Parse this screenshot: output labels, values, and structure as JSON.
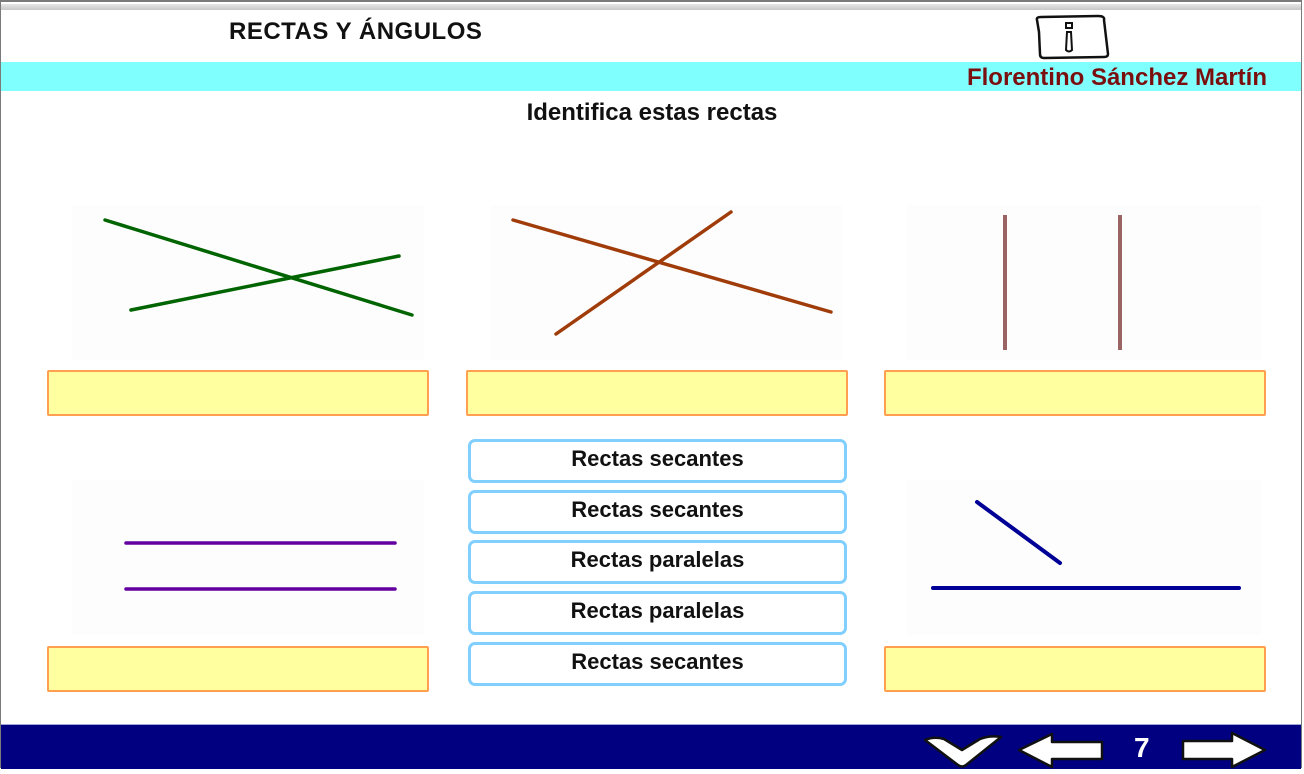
{
  "header": {
    "title": "RECTAS Y ÁNGULOS",
    "author": "Florentino Sánchez Martín",
    "info_icon": "info-icon"
  },
  "main": {
    "instruction": "Identifica estas rectas",
    "figures": [
      {
        "id": "fig-1",
        "description": "two intersecting lines",
        "color": "#006400"
      },
      {
        "id": "fig-2",
        "description": "two intersecting lines",
        "color": "#a03c0a"
      },
      {
        "id": "fig-3",
        "description": "two vertical parallel lines",
        "color": "#9a6464"
      },
      {
        "id": "fig-4",
        "description": "two horizontal parallel lines",
        "color": "#6400a0"
      },
      {
        "id": "fig-5",
        "description": "horizontal line and oblique segment",
        "color": "#000096"
      }
    ],
    "answer_boxes": [
      "",
      "",
      "",
      "",
      ""
    ],
    "options": [
      {
        "label": "Rectas secantes"
      },
      {
        "label": "Rectas secantes"
      },
      {
        "label": "Rectas paralelas"
      },
      {
        "label": "Rectas paralelas"
      },
      {
        "label": "Rectas secantes"
      }
    ]
  },
  "footer": {
    "check_icon": "check-icon",
    "prev_icon": "arrow-left-icon",
    "page_number": "7",
    "next_icon": "arrow-right-icon"
  },
  "colors": {
    "cyan_bar": "#80ffff",
    "author_text": "#7b0f0f",
    "answer_fill": "#ffff9f",
    "answer_border": "#ff9f4f",
    "option_border": "#80cfff",
    "footer_bg": "#000080"
  }
}
